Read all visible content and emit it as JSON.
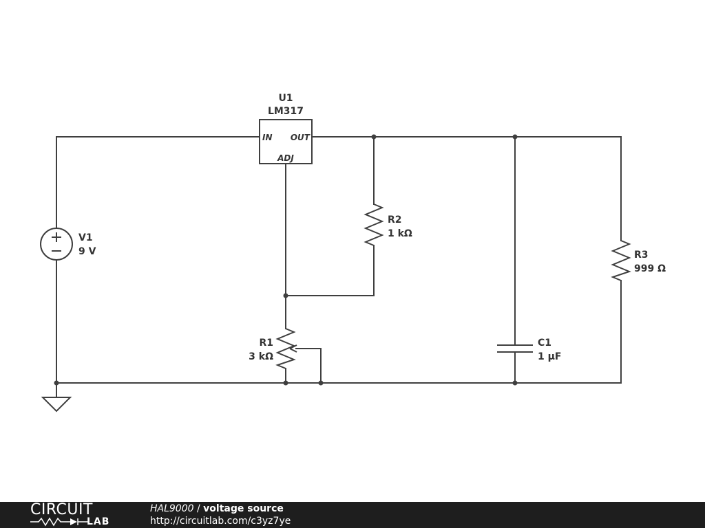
{
  "schematic": {
    "regulator": {
      "ref": "U1",
      "part": "LM317",
      "pin_in": "IN",
      "pin_out": "OUT",
      "pin_adj": "ADJ"
    },
    "source": {
      "ref": "V1",
      "value": "9 V"
    },
    "r1": {
      "ref": "R1",
      "value": "3 kΩ"
    },
    "r2": {
      "ref": "R2",
      "value": "1 kΩ"
    },
    "r3": {
      "ref": "R3",
      "value": "999 Ω"
    },
    "c1": {
      "ref": "C1",
      "value": "1 µF"
    }
  },
  "footer": {
    "logo_top": "CIRCUIT",
    "logo_bottom": "LAB",
    "author": "HAL9000",
    "separator": "/",
    "title": "voltage source",
    "url": "http://circuitlab.com/c3yz7ye"
  }
}
